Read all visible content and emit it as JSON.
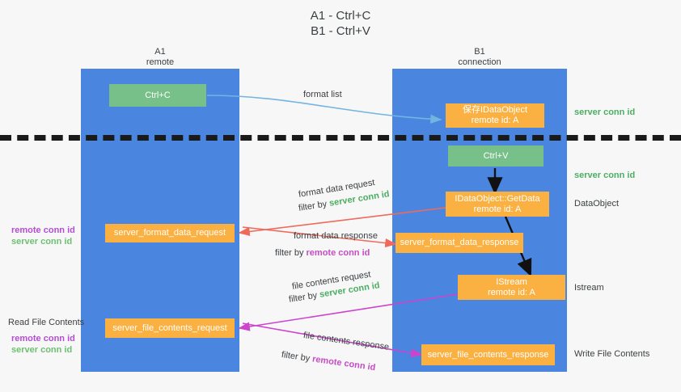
{
  "title": {
    "line1": "A1 - Ctrl+C",
    "line2": "B1 - Ctrl+V"
  },
  "lanes": [
    {
      "name": "A1",
      "sub": "remote",
      "color": "#4a86e0"
    },
    {
      "name": "B1",
      "sub": "connection",
      "color": "#4a86e0"
    }
  ],
  "boxes": {
    "ctrl_c": {
      "label": "Ctrl+C",
      "color": "#78c08a"
    },
    "ctrl_v": {
      "label": "Ctrl+V",
      "color": "#78c08a"
    },
    "save_idataobject": {
      "label": "保存IDataObject",
      "sub": "remote id: A",
      "color": "#fbb042"
    },
    "getdata": {
      "label": "IDataObject::GetData",
      "sub": "remote id: A",
      "color": "#fbb042"
    },
    "istream": {
      "label": "IStream",
      "sub": "remote id: A",
      "color": "#fbb042"
    },
    "format_data_request": {
      "label": "server_format_data_request",
      "color": "#fbb042"
    },
    "format_data_response": {
      "label": "server_format_data_response",
      "color": "#fbb042"
    },
    "file_contents_request": {
      "label": "server_file_contents_request",
      "color": "#fbb042"
    },
    "file_contents_response": {
      "label": "server_file_contents_response",
      "color": "#fbb042"
    }
  },
  "edges": {
    "format_list": {
      "label": "format list"
    },
    "format_data_request": {
      "label": "format data request",
      "filter_prefix": "filter by ",
      "filter_key": "server conn id"
    },
    "format_data_response": {
      "label": "format data response",
      "filter_prefix": "filter by ",
      "filter_key": "remote conn id"
    },
    "file_contents_request": {
      "label": "file contents request",
      "filter_prefix": "filter by ",
      "filter_key": "server conn id"
    },
    "file_contents_response": {
      "label": "file contents response",
      "filter_prefix": "filter by ",
      "filter_key": "remote conn id"
    }
  },
  "annotations": {
    "right_server_conn_1": "server conn id",
    "right_server_conn_2": "server conn id",
    "right_dataobject": "DataObject",
    "right_istream": "Istream",
    "right_write_file_contents": "Write File Contents",
    "left_read_file_contents": "Read File Contents",
    "left_remote_conn_1": "remote conn id",
    "left_server_conn_1": "server conn id",
    "left_remote_conn_2": "remote conn id",
    "left_server_conn_2": "server conn id"
  },
  "colors": {
    "lane": "#4a86e0",
    "green_box": "#78c08a",
    "orange_box": "#fbb042",
    "server_conn": "#4cae63",
    "remote_conn": "#b24fd0",
    "arrow_blue": "#73b4e0",
    "arrow_red": "#ef6a5a",
    "arrow_magenta": "#cc44cc",
    "arrow_black": "#111111",
    "divider": "#1a1a1a",
    "background": "#f7f7f7"
  }
}
